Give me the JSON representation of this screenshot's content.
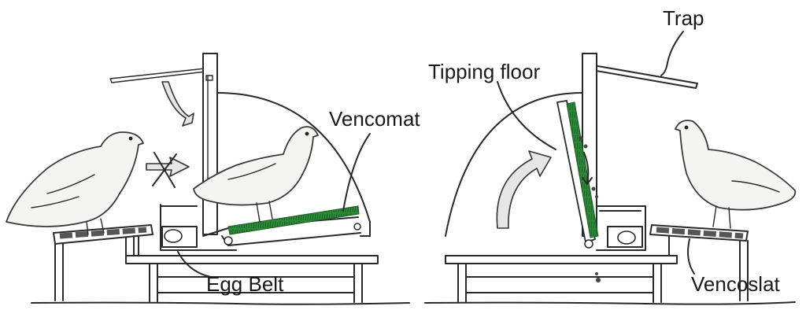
{
  "labels": {
    "trap": "Trap",
    "tipping_floor": "Tipping floor",
    "vencomat": "Vencomat",
    "egg_belt": "Egg Belt",
    "vencoslat": "Vencoslat"
  },
  "colors": {
    "vencomat_green": "#2e8b3a",
    "line": "#2a2a2a",
    "slat": "#555555",
    "bird_fill": "#f4f4f2"
  }
}
